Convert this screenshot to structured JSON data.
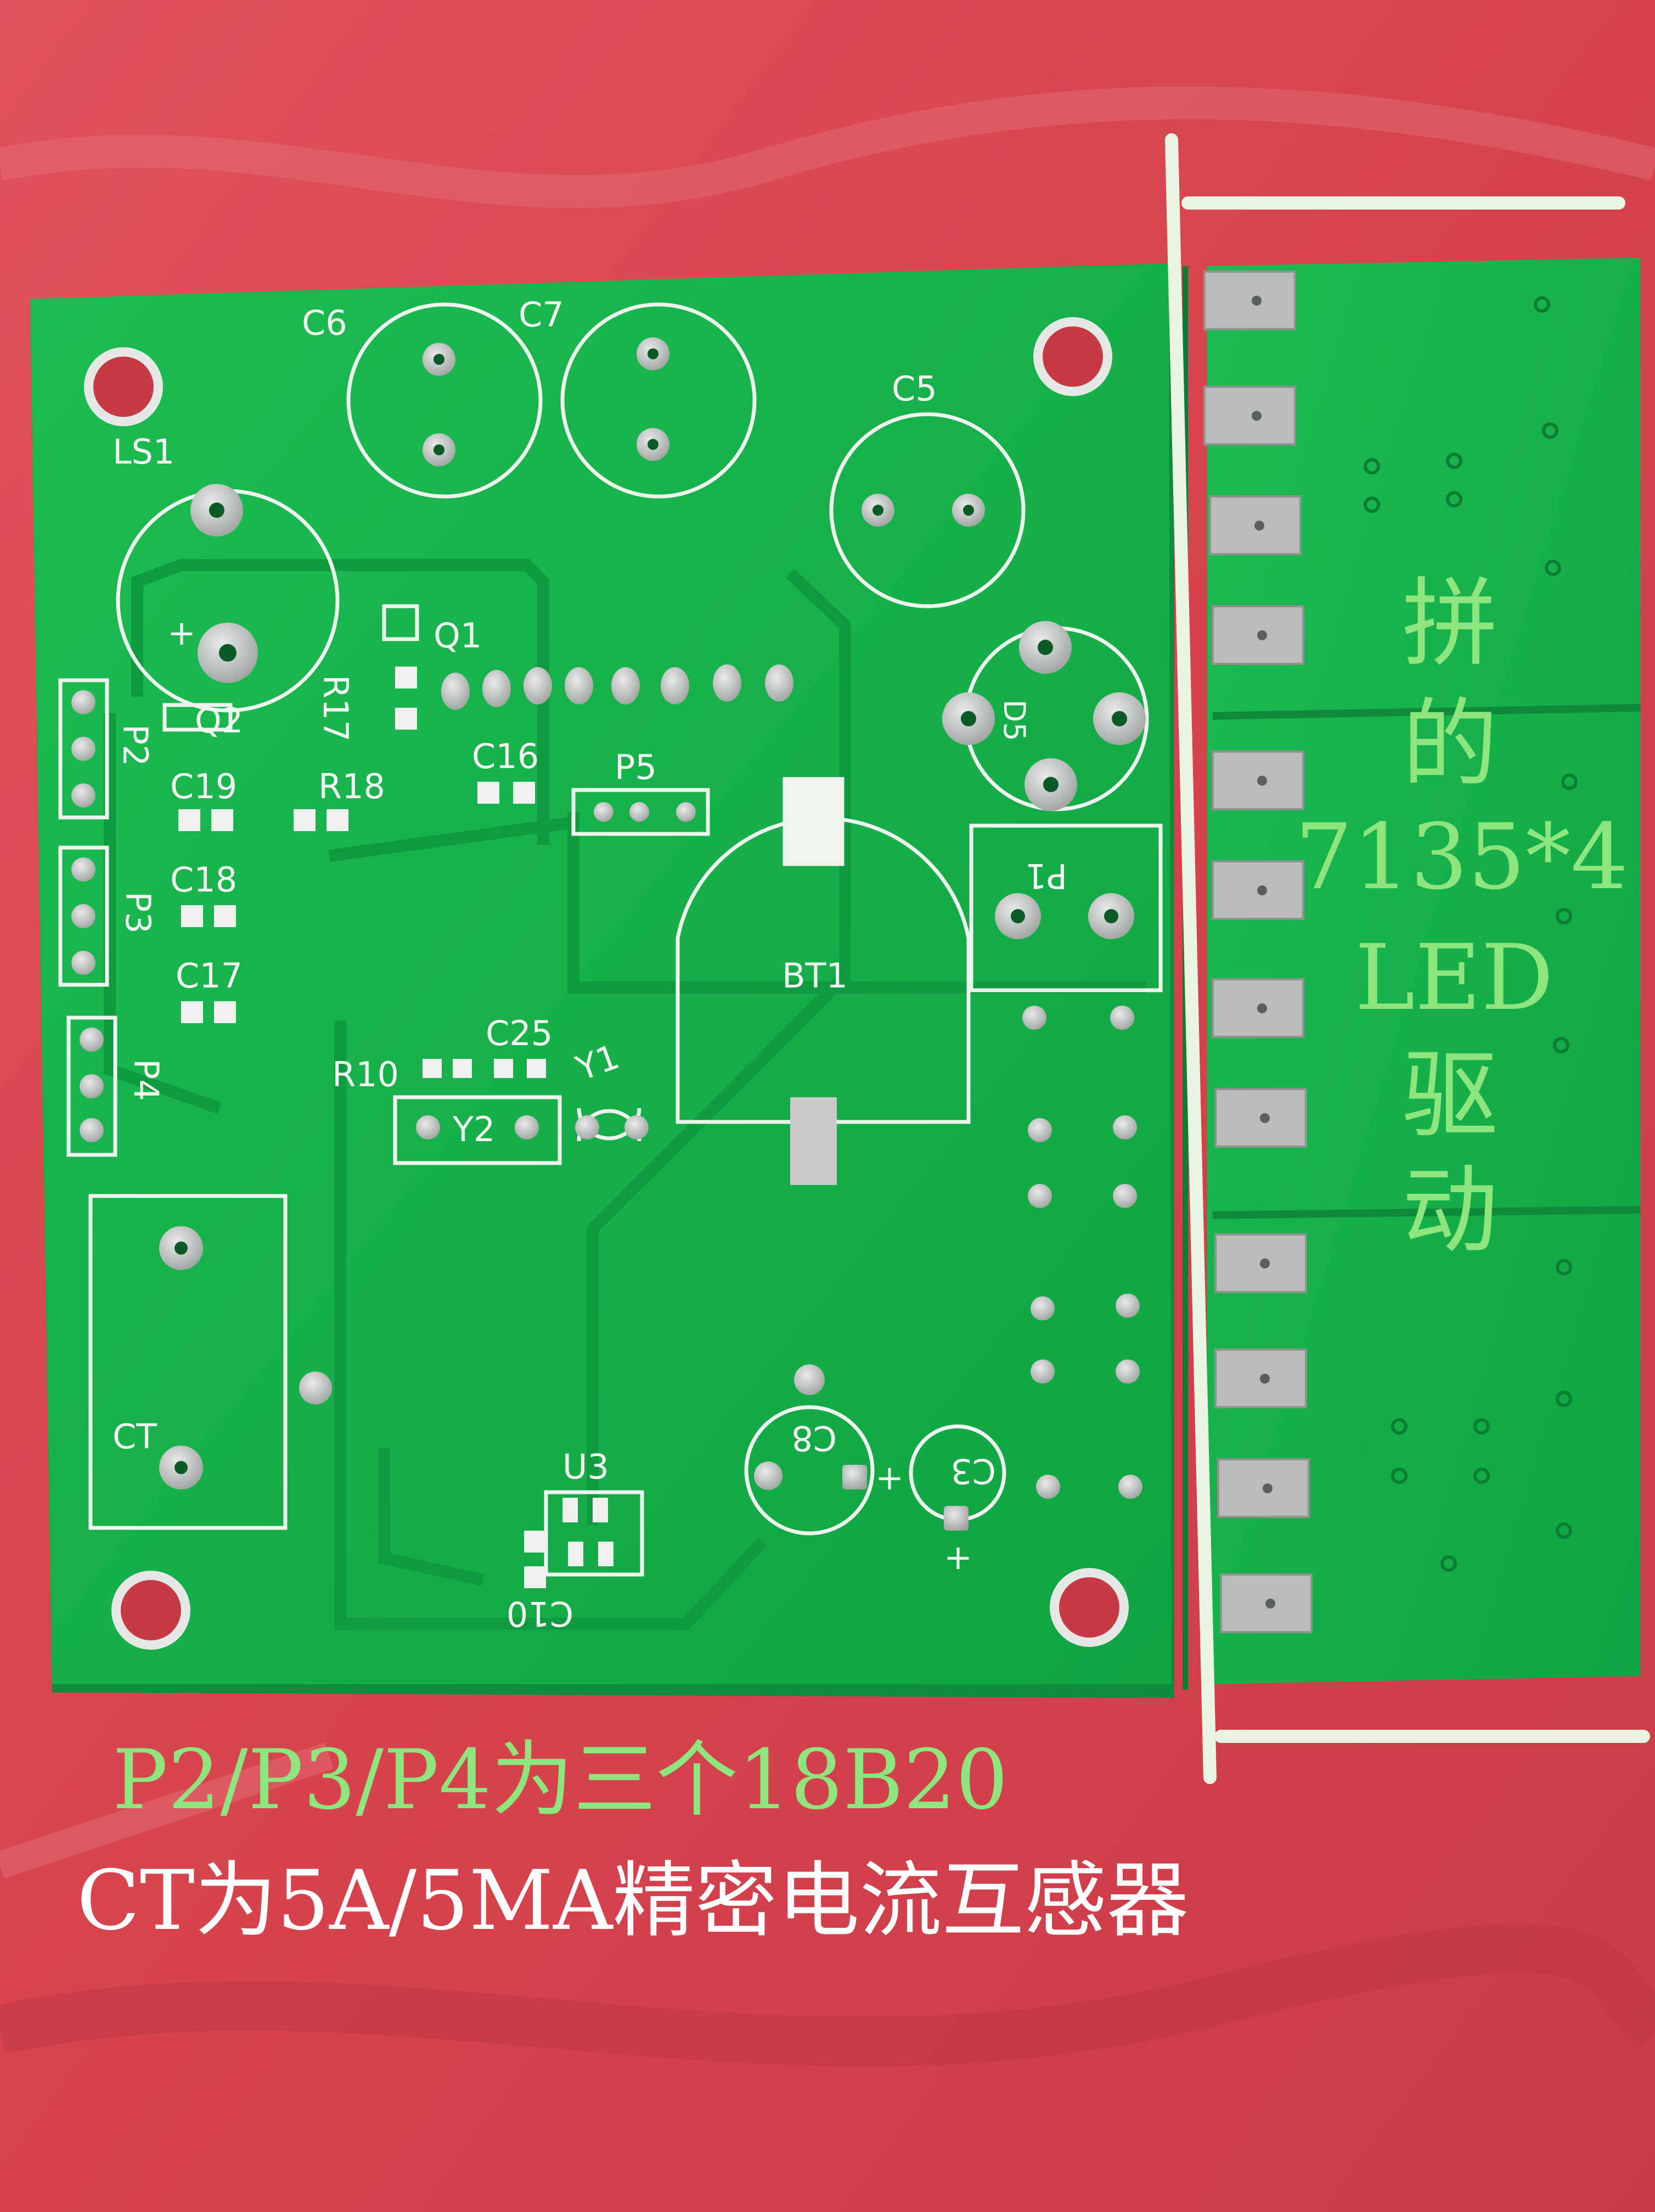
{
  "silkscreen": {
    "ls1": "LS1",
    "c6": "C6",
    "c7": "C7",
    "c5": "C5",
    "q1": "Q1",
    "q2": "Q2",
    "r17": "R17",
    "r18": "R18",
    "c16": "C16",
    "p5": "P5",
    "p2": "P2",
    "p3": "P3",
    "p4": "P4",
    "c19": "C19",
    "c18": "C18",
    "c17": "C17",
    "c25": "C25",
    "r10": "R10",
    "y2": "Y2",
    "y1": "Y1",
    "bt1": "BT1",
    "p1": "P1",
    "d5": "D5",
    "ct": "CT",
    "u3": "U3",
    "c10": "C10",
    "c8": "C8",
    "c3": "C3",
    "plus": "+"
  },
  "annotations": {
    "left_line1": "P2/P3/P4为三个18B20",
    "left_line2": "CT为5A/5MA精密电流互感器",
    "right_col": [
      "拼",
      "的",
      "7135*4",
      "LED",
      "驱",
      "动"
    ]
  },
  "colors": {
    "background_cloth": "#d8454c",
    "pcb_green": "#16b24a",
    "silkscreen_white": "#f2f6f0",
    "pad_silver": "#c9cbc8",
    "annotation_green": "#8ee57e",
    "annotation_white": "#ffffff"
  }
}
